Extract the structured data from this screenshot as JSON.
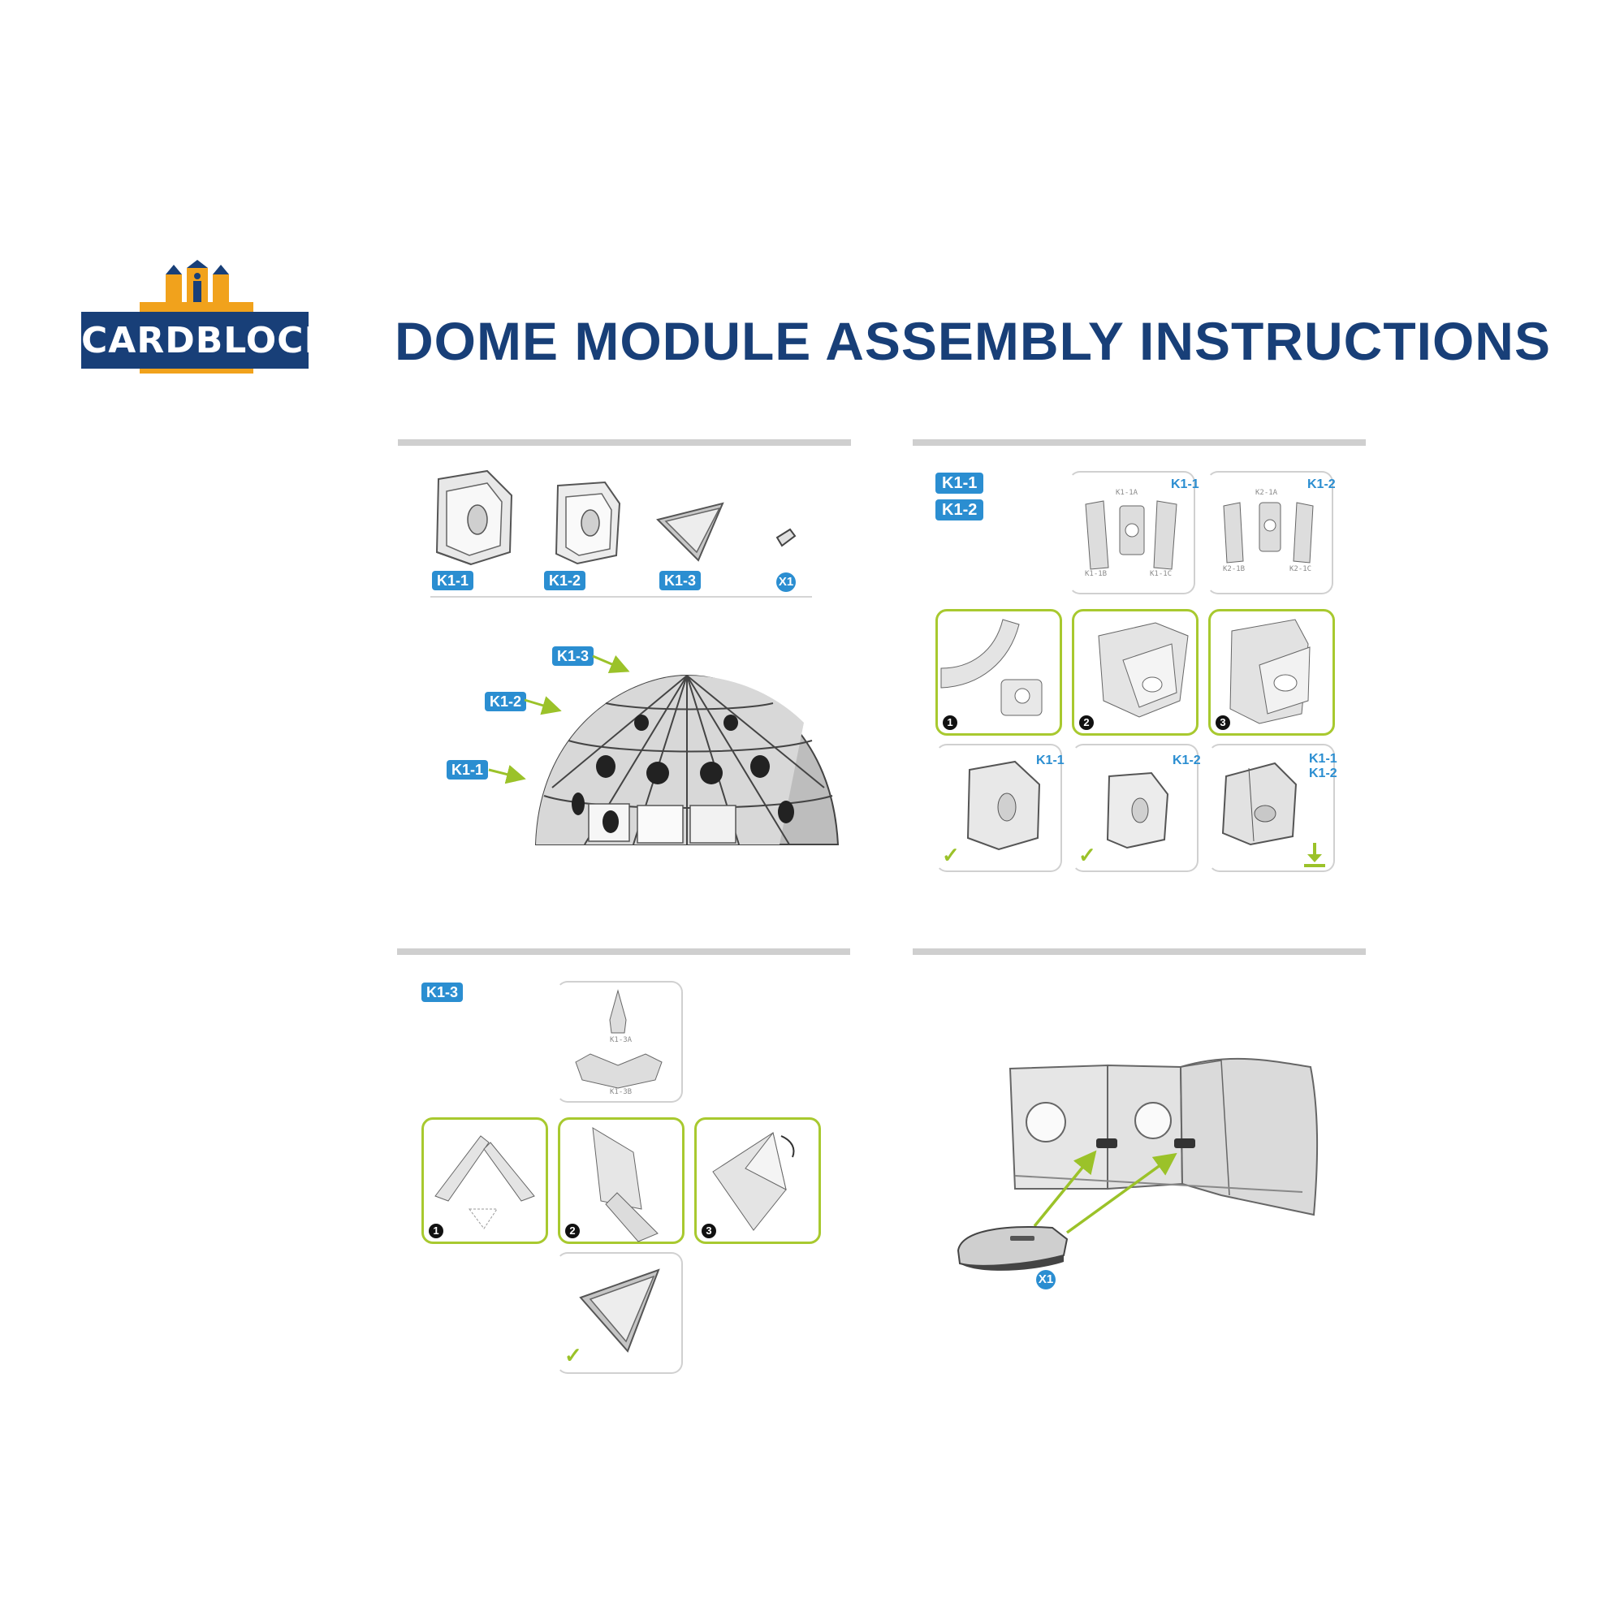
{
  "brand": {
    "name": "CARDBLOCKS",
    "colors": {
      "navy": "#183f78",
      "orange": "#f1a21c",
      "blue": "#2b8ed1",
      "green": "#a8c92f"
    }
  },
  "header": {
    "title": "DOME MODULE ASSEMBLY INSTRUCTIONS"
  },
  "panel1": {
    "parts": [
      "K1-1",
      "K1-2",
      "K1-3",
      "X1"
    ],
    "dome_callouts": [
      "K1-3",
      "K1-2",
      "K1-1"
    ]
  },
  "panel2": {
    "tags": [
      "K1-1",
      "K1-2"
    ],
    "sheet_a": {
      "code": "K1-1",
      "parts": [
        "K1-1A",
        "K1-1B",
        "K1-1C"
      ]
    },
    "sheet_b": {
      "code": "K1-2",
      "parts": [
        "K2-1A",
        "K2-1B",
        "K2-1C"
      ]
    },
    "steps": [
      "1",
      "2",
      "3"
    ],
    "results": [
      "K1-1",
      "K1-2",
      "K1-1",
      "K1-2"
    ]
  },
  "panel3": {
    "tag": "K1-3",
    "sheet": {
      "parts": [
        "K1-3A",
        "K1-3B"
      ]
    },
    "steps": [
      "1",
      "2",
      "3"
    ]
  },
  "panel4": {
    "tag": "X1"
  },
  "icons": [
    "checkmark-icon",
    "press-down-icon",
    "arrow-icon"
  ]
}
